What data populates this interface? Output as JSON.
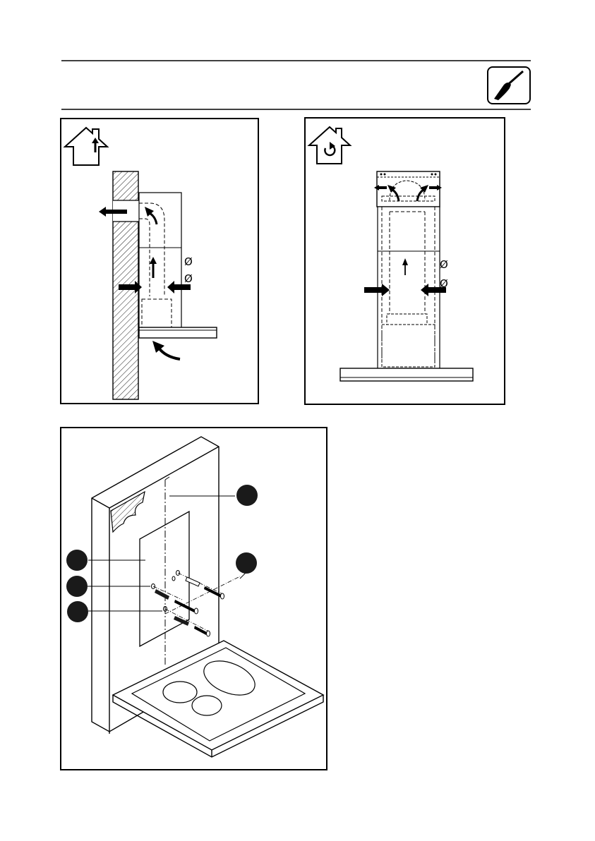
{
  "header": {
    "tool_icon": "screwdriver-icon"
  },
  "panels": {
    "ducted": {
      "icon": "house-outlet-icon",
      "diameter_labels": [
        "Ø",
        "Ø"
      ]
    },
    "recirculation": {
      "icon": "house-recirculate-icon",
      "diameter_labels": [
        "Ø",
        "Ø"
      ]
    },
    "wall_mounting": {
      "icon": "wall-mount-diagram",
      "callout_count": 5
    }
  },
  "colors": {
    "line": "#000000",
    "fill_dark": "#1a1a1a"
  }
}
